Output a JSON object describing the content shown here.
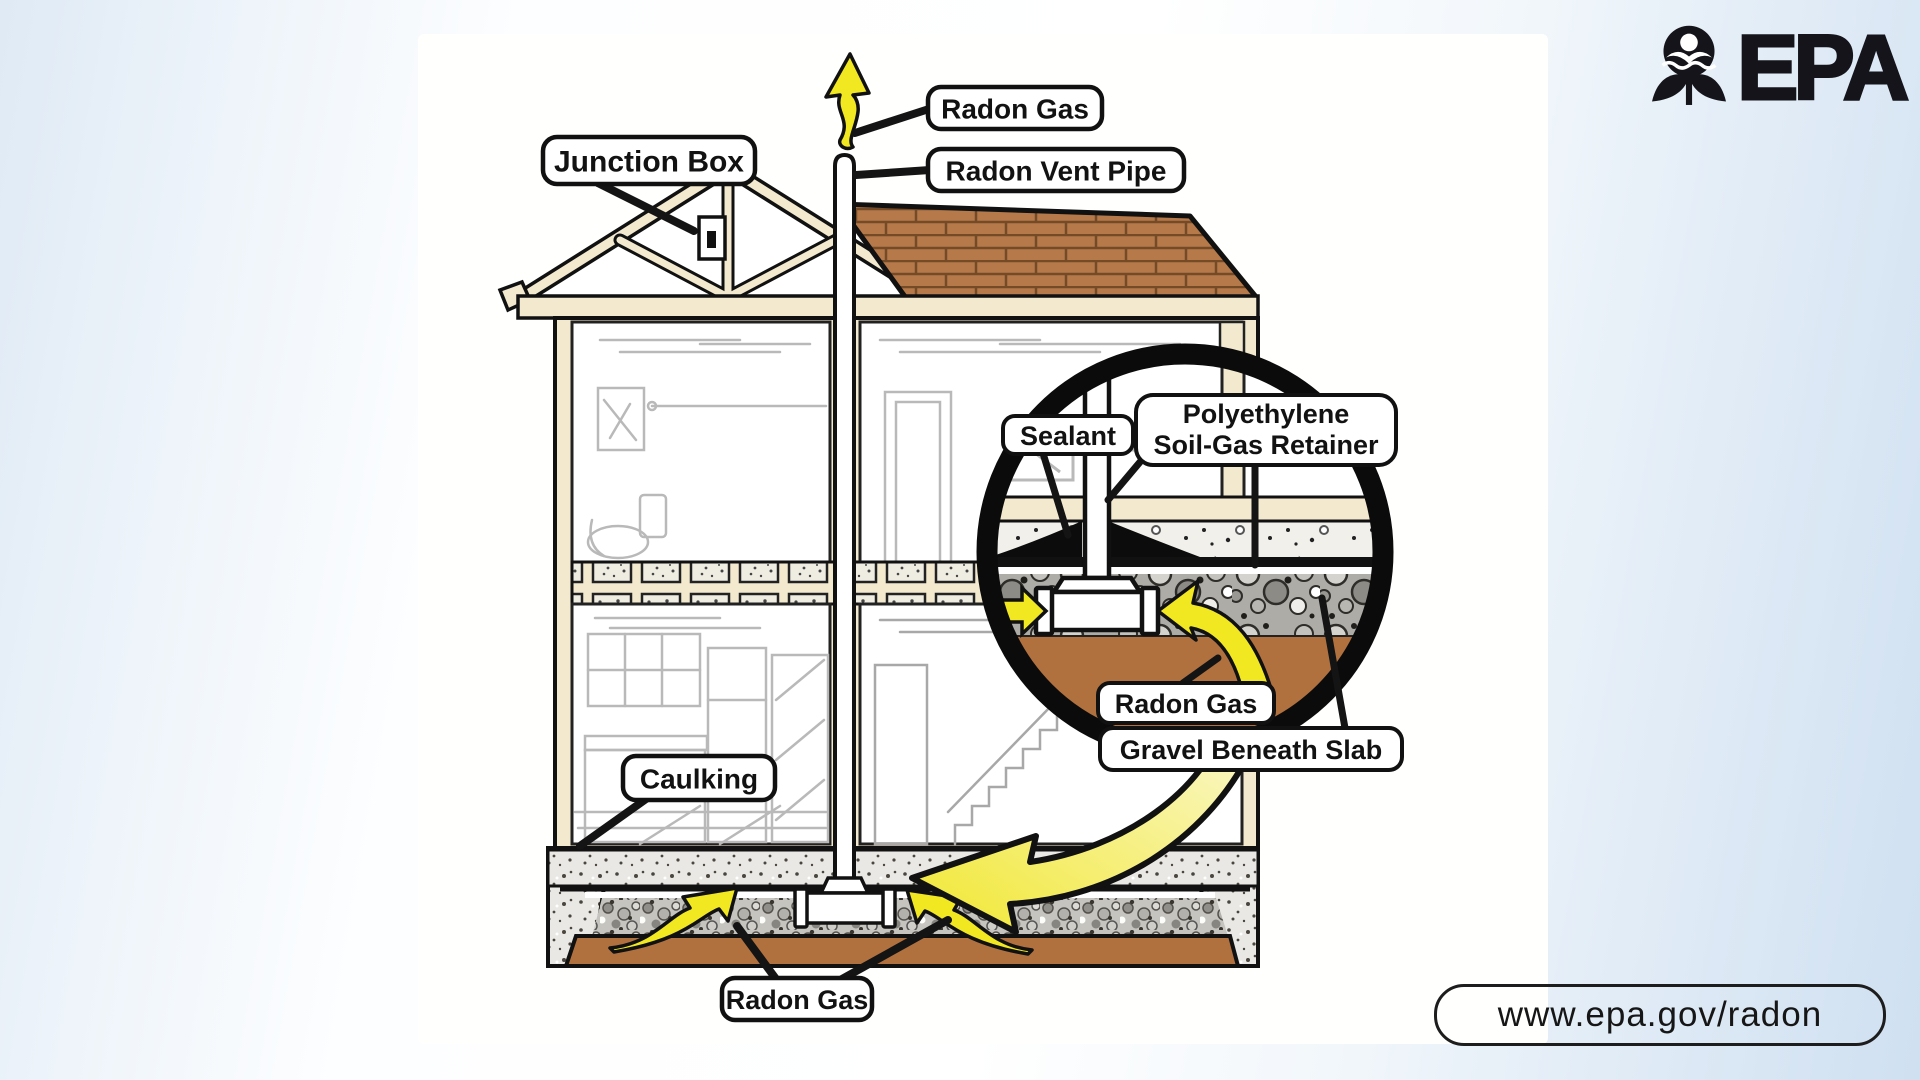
{
  "brand": {
    "epa_text": "EPA",
    "url": "www.epa.gov/radon"
  },
  "labels": {
    "junction_box": "Junction Box",
    "radon_gas_top": "Radon Gas",
    "radon_vent_pipe": "Radon Vent Pipe",
    "sealant": "Sealant",
    "polyethylene_line1": "Polyethylene",
    "polyethylene_line2": "Soil-Gas Retainer",
    "radon_gas_inset": "Radon Gas",
    "gravel_beneath_slab": "Gravel Beneath Slab",
    "caulking": "Caulking",
    "radon_gas_bottom": "Radon Gas"
  },
  "icons": {
    "epa_flower": "epa-flower-logo",
    "up_arrow": "radon-exhaust-arrow",
    "sweep_arrow": "magnifier-sweep-arrow",
    "soil_arrows": "radon-entry-arrows"
  },
  "colors": {
    "background_blue": "#cfe0f1",
    "panel_white": "#fffffe",
    "wall_cream": "#f2e9cf",
    "roof_brown": "#b5794a",
    "roof_mortar": "#744a27",
    "soil_brown": "#b0713f",
    "radon_yellow": "#f2e821",
    "arrow_pale_yellow": "#fbf8cf",
    "outline_black": "#111111",
    "label_bg": "#ffffff"
  }
}
